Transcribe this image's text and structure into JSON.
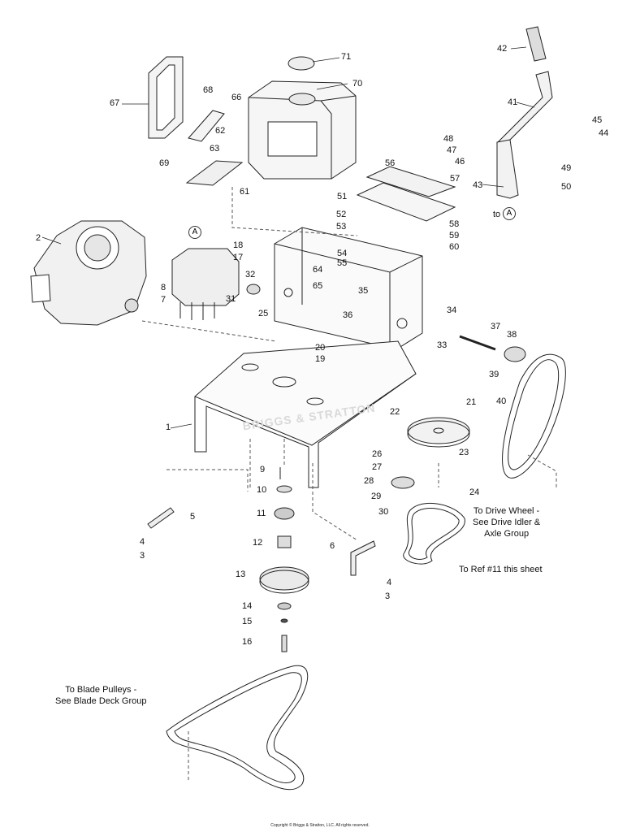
{
  "labels": [
    "1",
    "2",
    "3",
    "3",
    "4",
    "4",
    "5",
    "6",
    "7",
    "8",
    "9",
    "10",
    "11",
    "12",
    "13",
    "14",
    "15",
    "16",
    "17",
    "18",
    "19",
    "20",
    "21",
    "22",
    "23",
    "24",
    "25",
    "26",
    "27",
    "28",
    "29",
    "30",
    "31",
    "32",
    "33",
    "34",
    "35",
    "36",
    "37",
    "38",
    "39",
    "40",
    "41",
    "42",
    "43",
    "44",
    "45",
    "46",
    "47",
    "48",
    "49",
    "50",
    "51",
    "52",
    "53",
    "54",
    "55",
    "56",
    "57",
    "58",
    "59",
    "60",
    "61",
    "62",
    "63",
    "64",
    "65",
    "66",
    "67",
    "68",
    "69",
    "70",
    "71"
  ],
  "ref_marker": "A",
  "to_ref_text": "to",
  "notes": {
    "drive_wheel": [
      "To Drive Wheel -",
      "See Drive Idler &",
      "Axle Group"
    ],
    "ref11": "To Ref #11 this sheet",
    "blade_pulleys": [
      "To Blade Pulleys -",
      "See Blade Deck Group"
    ]
  },
  "watermark": "BRIGGS & STRATTON",
  "copyright": "Copyright © Briggs & Stratton, LLC. All rights reserved."
}
